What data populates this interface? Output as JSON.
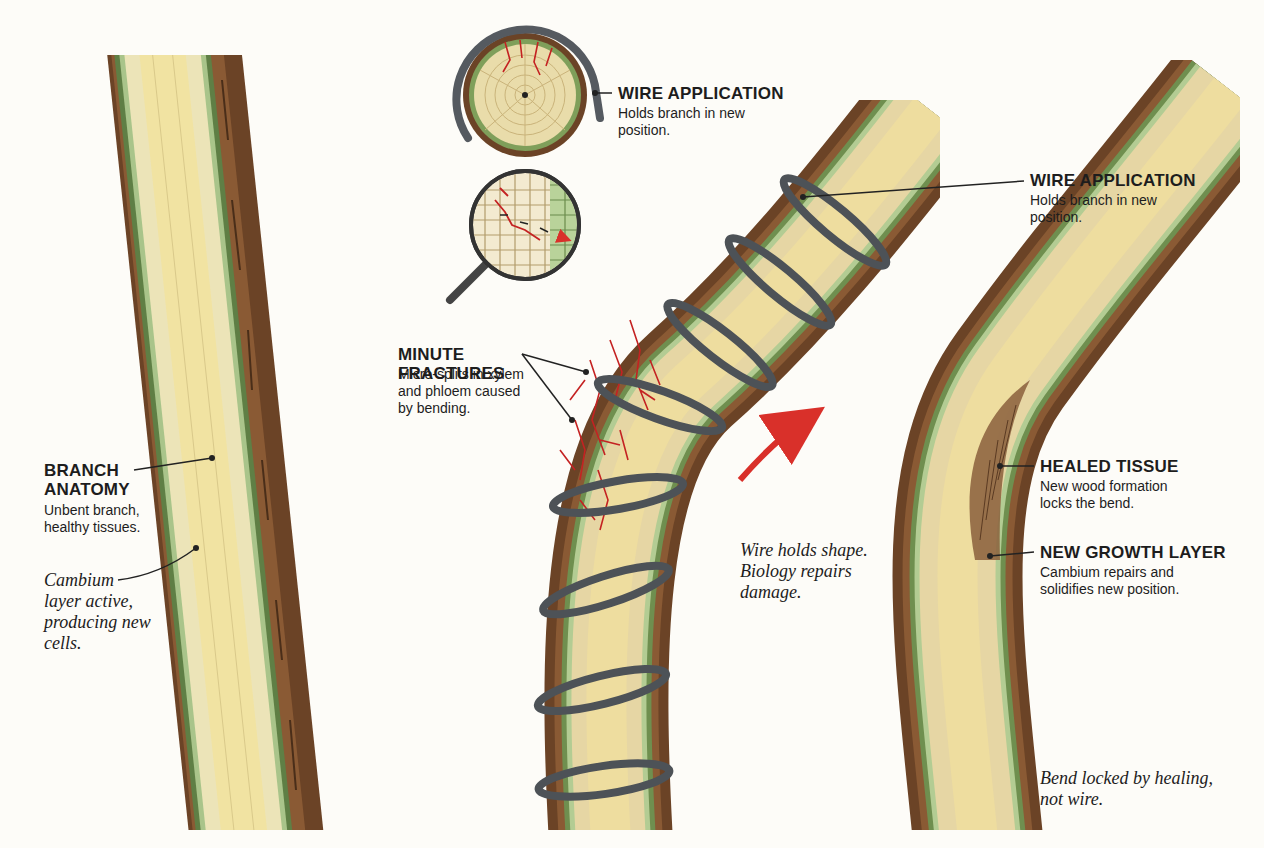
{
  "diagram": {
    "labels": [
      "WIRE APPLICATION",
      "Holds branch in new position.",
      "WIRE APPLICATION",
      "Holds branch in new position.",
      "BRANCH ANATOMY",
      "Unbent branch, healthy tissues.",
      "MINUTE FRACTURES",
      "Micro-splits in xylem and phloem caused by bending.",
      "Cambium layer active, producing new cells.",
      "Wire holds shape. Biology repairs damage.",
      "HEALED TISSUE",
      "New wood formation locks the bend.",
      "NEW GROWTH LAYER",
      "Cambium repairs and solidifies new position.",
      "Bend locked by healing, not wire."
    ]
  }
}
